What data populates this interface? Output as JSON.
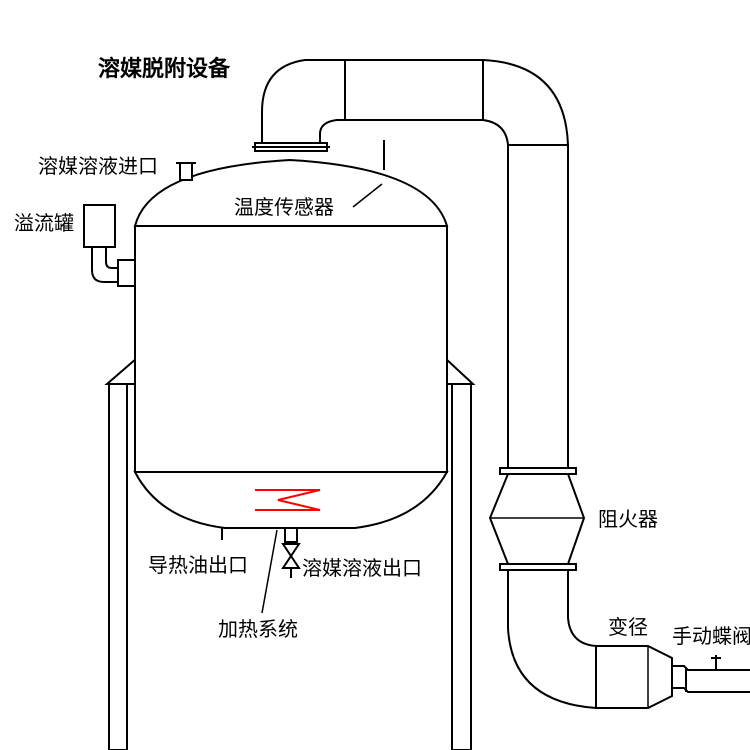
{
  "title": "溶媒脱附设备",
  "labels": {
    "inlet": "溶媒溶液进口",
    "overflow_tank": "溢流罐",
    "temp_sensor": "温度传感器",
    "flame_arrester": "阻火器",
    "oil_outlet": "导热油出口",
    "solvent_outlet": "溶媒溶液出口",
    "heating_system": "加热系统",
    "reducer": "变径",
    "butterfly_valve": "手动蝶阀"
  },
  "colors": {
    "heating_coil": "#ff0000",
    "line": "#000000"
  }
}
